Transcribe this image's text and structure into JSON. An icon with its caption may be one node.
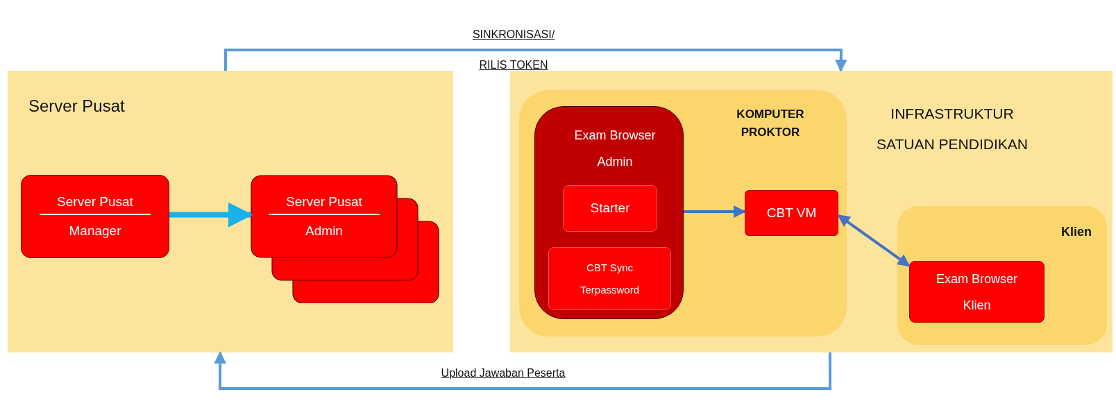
{
  "diagram": {
    "nodes": [
      {
        "text": [
          "Server Pusat"
        ]
      },
      {
        "text": [
          "Server Pusat",
          "Manager"
        ],
        "in": 0
      },
      {
        "text": [
          "Server Pusat",
          "Admin"
        ],
        "in": 0
      },
      {
        "text": [
          "INFRASTRUKTUR SATUAN PENDIDIKAN"
        ]
      },
      {
        "text": [
          "KOMPUTER PROKTOR"
        ],
        "in": 3
      },
      {
        "text": [
          "Exam Browser Admin"
        ],
        "in": 4
      },
      {
        "text": [
          "Starter"
        ],
        "in": 5
      },
      {
        "text": [
          "CBT Sync Terpassword"
        ],
        "in": 5
      },
      {
        "text": [
          "CBT VM"
        ],
        "in": 4
      },
      {
        "text": [
          "Klien"
        ],
        "in": 3
      },
      {
        "text": [
          "Exam Browser Klien"
        ],
        "in": 9
      }
    ],
    "edges": [
      {
        "from": 1,
        "to": 2,
        "arrow": "to",
        "style": "thick",
        "color": "#1ab0e8"
      },
      {
        "from": 5,
        "to": 8,
        "arrow": "to",
        "color": "#4472c4"
      },
      {
        "from": 8,
        "to": 10,
        "arrow": "both",
        "color": "#4472c4"
      },
      {
        "from": 0,
        "to": 3,
        "arrow": "to",
        "label": "SINKRONISASI/ RILIS TOKEN"
      },
      {
        "from": 3,
        "to": 0,
        "arrow": "to",
        "label": "Upload Jawaban Peserta"
      }
    ]
  }
}
